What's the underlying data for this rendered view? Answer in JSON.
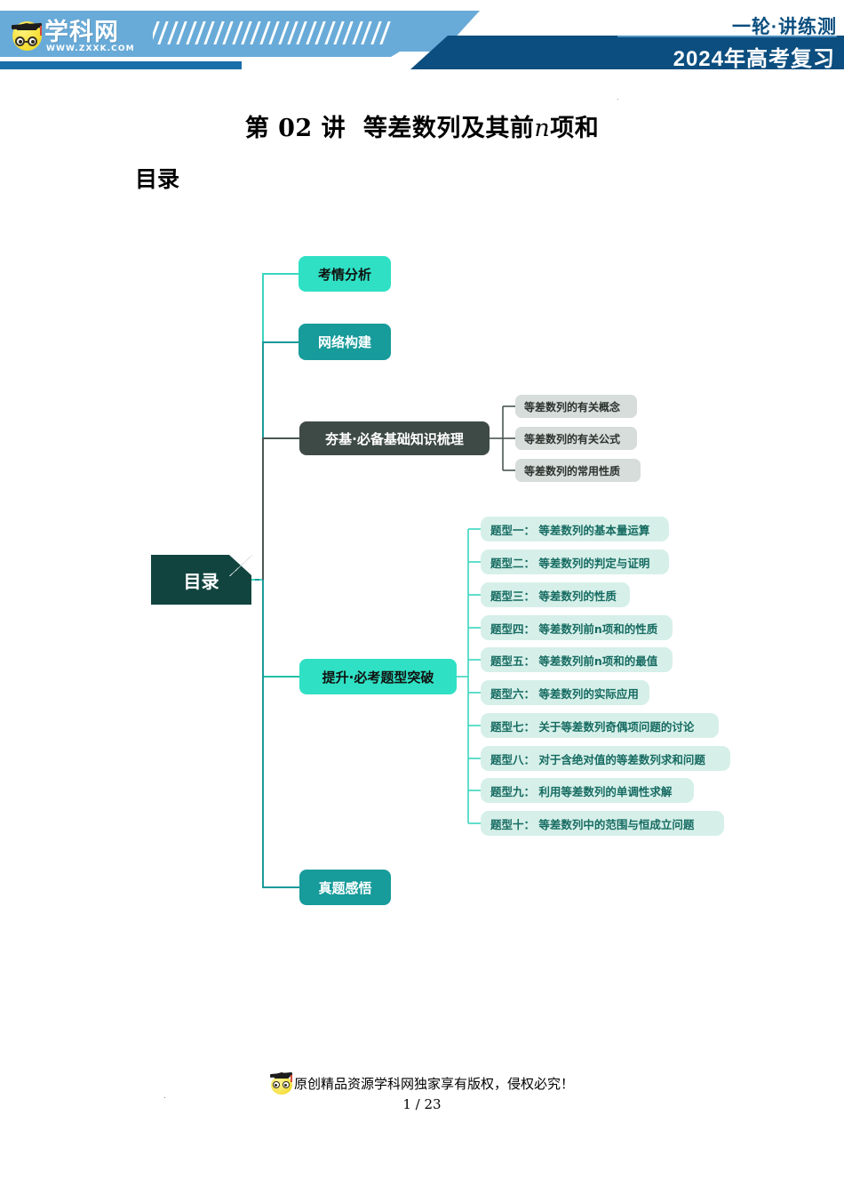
{
  "header": {
    "logo": {
      "brand": "学科网",
      "url": "WWW.ZXXK.COM",
      "icon": "graduate-owl-logo"
    },
    "right_top_label": "一轮·讲练测",
    "right_bottom_label": "2024年高考复习"
  },
  "document": {
    "title_prefix": "第 02 讲",
    "title_main": "等差数列及其前",
    "title_var": "n",
    "title_suffix": "项和",
    "subtitle": "目录"
  },
  "mindmap": {
    "root": {
      "label": "目录"
    },
    "branches": [
      {
        "id": "kaoqing",
        "label": "考情分析",
        "color": "#2FE0C4",
        "text_color": "#10110F",
        "children": []
      },
      {
        "id": "wangluo",
        "label": "网络构建",
        "color": "#179B9B",
        "text_color": "#FFFFFF",
        "children": []
      },
      {
        "id": "hangji",
        "label": "夯基·必备基础知识梳理",
        "color": "#3E4A46",
        "text_color": "#FFFFFF",
        "children": [
          {
            "label": "等差数列的有关概念"
          },
          {
            "label": "等差数列的有关公式"
          },
          {
            "label": "等差数列的常用性质"
          }
        ]
      },
      {
        "id": "tisheng",
        "label": "提升·必考题型突破",
        "color": "#2FE0C4",
        "text_color": "#10110F",
        "children": [
          {
            "label": "题型一：  等差数列的基本量运算"
          },
          {
            "label": "题型二：  等差数列的判定与证明"
          },
          {
            "label": "题型三：  等差数列的性质"
          },
          {
            "label": "题型四：  等差数列前n项和的性质"
          },
          {
            "label": "题型五：  等差数列前n项和的最值"
          },
          {
            "label": "题型六：  等差数列的实际应用"
          },
          {
            "label": "题型七：  关于等差数列奇偶项问题的讨论"
          },
          {
            "label": "题型八：  对于含绝对值的等差数列求和问题"
          },
          {
            "label": "题型九：  利用等差数列的单调性求解"
          },
          {
            "label": "题型十：  等差数列中的范围与恒成立问题"
          }
        ]
      },
      {
        "id": "zhenti",
        "label": "真题感悟",
        "color": "#179B9B",
        "text_color": "#FFFFFF",
        "children": []
      }
    ]
  },
  "footer": {
    "copyright": "原创精品资源学科网独家享有版权，侵权必究！",
    "page": "1 / 23"
  }
}
